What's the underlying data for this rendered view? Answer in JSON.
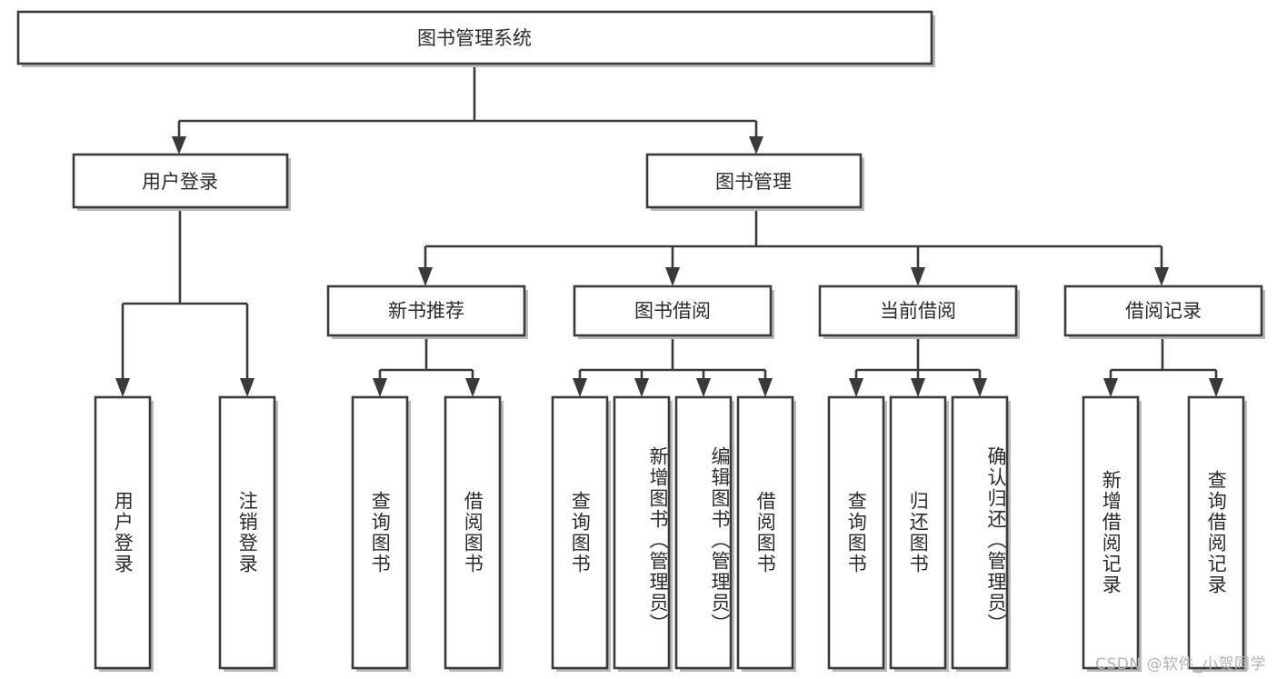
{
  "diagram": {
    "type": "tree",
    "title": "图书管理系统",
    "root": {
      "id": "root",
      "label": "图书管理系统",
      "orientation": "horizontal"
    },
    "level2": [
      {
        "id": "user-login",
        "label": "用户登录",
        "orientation": "horizontal"
      },
      {
        "id": "book-manage",
        "label": "图书管理",
        "orientation": "horizontal"
      }
    ],
    "level3": [
      {
        "id": "new-book-recommend",
        "label": "新书推荐",
        "orientation": "horizontal",
        "parent": "book-manage"
      },
      {
        "id": "book-borrow",
        "label": "图书借阅",
        "orientation": "horizontal",
        "parent": "book-manage"
      },
      {
        "id": "current-borrow",
        "label": "当前借阅",
        "orientation": "horizontal",
        "parent": "book-manage"
      },
      {
        "id": "borrow-record",
        "label": "借阅记录",
        "orientation": "horizontal",
        "parent": "book-manage"
      }
    ],
    "leaves": [
      {
        "id": "leaf-user-login",
        "label": "用户登录",
        "orientation": "vertical",
        "parent": "user-login"
      },
      {
        "id": "leaf-logout",
        "label": "注销登录",
        "orientation": "vertical",
        "parent": "user-login"
      },
      {
        "id": "leaf-query-book-1",
        "label": "查询图书",
        "orientation": "vertical",
        "parent": "new-book-recommend"
      },
      {
        "id": "leaf-borrow-book-1",
        "label": "借阅图书",
        "orientation": "vertical",
        "parent": "new-book-recommend"
      },
      {
        "id": "leaf-query-book-2",
        "label": "查询图书",
        "orientation": "vertical",
        "parent": "book-borrow"
      },
      {
        "id": "leaf-add-book",
        "label": "新增图书（管理员）",
        "orientation": "vertical",
        "parent": "book-borrow"
      },
      {
        "id": "leaf-edit-book",
        "label": "编辑图书（管理员）",
        "orientation": "vertical",
        "parent": "book-borrow"
      },
      {
        "id": "leaf-borrow-book-2",
        "label": "借阅图书",
        "orientation": "vertical",
        "parent": "book-borrow"
      },
      {
        "id": "leaf-query-book-3",
        "label": "查询图书",
        "orientation": "vertical",
        "parent": "current-borrow"
      },
      {
        "id": "leaf-return-book",
        "label": "归还图书",
        "orientation": "vertical",
        "parent": "current-borrow"
      },
      {
        "id": "leaf-confirm-return",
        "label": "确认归还（管理员）",
        "orientation": "vertical",
        "parent": "current-borrow"
      },
      {
        "id": "leaf-add-record",
        "label": "新增借阅记录",
        "orientation": "vertical",
        "parent": "borrow-record"
      },
      {
        "id": "leaf-query-record",
        "label": "查询借阅记录",
        "orientation": "vertical",
        "parent": "borrow-record"
      }
    ],
    "colors": {
      "box_stroke": "#3a3a3a",
      "box_fill": "#ffffff",
      "text": "#2b2b2b",
      "background": "#ffffff",
      "watermark": "#b2b2b2"
    }
  },
  "watermark": {
    "text": "CSDN @软件_小贺同学"
  }
}
